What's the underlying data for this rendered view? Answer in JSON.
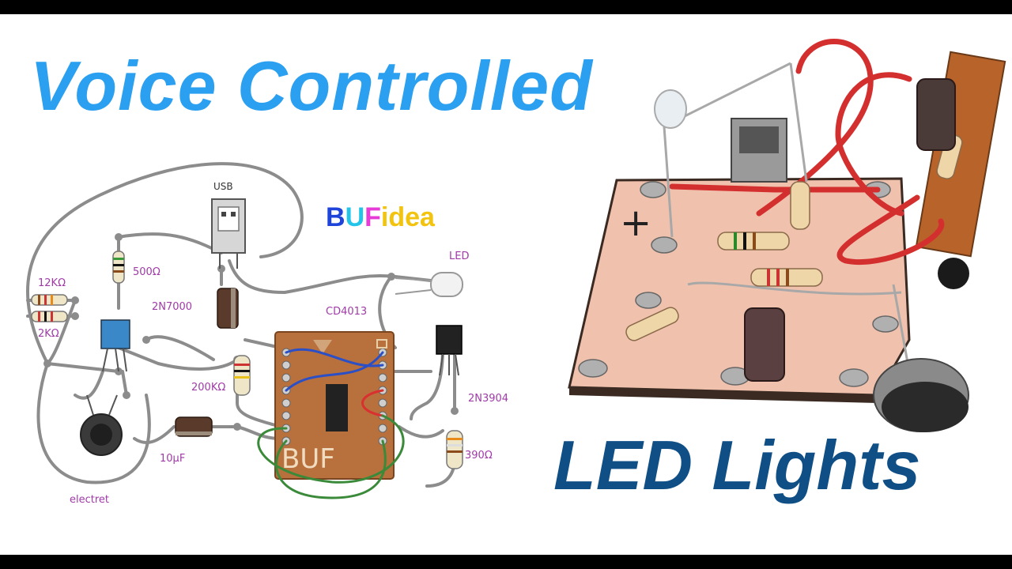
{
  "title": {
    "line1": "Voice Controlled",
    "line2": "LED Lights"
  },
  "brand": {
    "b": "B",
    "u": "U",
    "f": "F",
    "idea": "idea"
  },
  "labels": {
    "usb": "USB",
    "led": "LED",
    "cd4013": "CD4013",
    "r12k": "12KΩ",
    "r2k": "2KΩ",
    "r500": "500Ω",
    "q2n7000": "2N7000",
    "r200k": "200KΩ",
    "c10uf": "10μF",
    "q2n3904": "2N3904",
    "r390": "390Ω",
    "electret": "electret",
    "pcb": "BUF"
  },
  "colors": {
    "title1": "#2b9ff0",
    "title2": "#0f4f86",
    "wire": "#8c8c8c",
    "pcb": "#b8703c",
    "annot": "#a03aa8"
  }
}
